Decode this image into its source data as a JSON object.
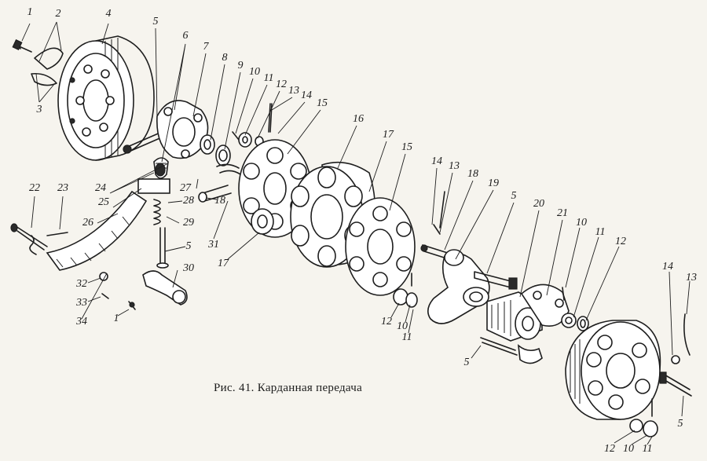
{
  "figure": {
    "caption": "Рис. 41. Карданная передача"
  },
  "callouts": [
    {
      "id": "c1a",
      "text": "1"
    },
    {
      "id": "c2",
      "text": "2"
    },
    {
      "id": "c3",
      "text": "3"
    },
    {
      "id": "c4",
      "text": "4"
    },
    {
      "id": "c5a",
      "text": "5"
    },
    {
      "id": "c6",
      "text": "6"
    },
    {
      "id": "c7",
      "text": "7"
    },
    {
      "id": "c8",
      "text": "8"
    },
    {
      "id": "c9",
      "text": "9"
    },
    {
      "id": "c10a",
      "text": "10"
    },
    {
      "id": "c11a",
      "text": "11"
    },
    {
      "id": "c12a",
      "text": "12"
    },
    {
      "id": "c13a",
      "text": "13"
    },
    {
      "id": "c14a",
      "text": "14"
    },
    {
      "id": "c15a",
      "text": "15"
    },
    {
      "id": "c16",
      "text": "16"
    },
    {
      "id": "c17a",
      "text": "17"
    },
    {
      "id": "c15b",
      "text": "15"
    },
    {
      "id": "c14b",
      "text": "14"
    },
    {
      "id": "c13b",
      "text": "13"
    },
    {
      "id": "c18a",
      "text": "18"
    },
    {
      "id": "c19",
      "text": "19"
    },
    {
      "id": "c5b",
      "text": "5"
    },
    {
      "id": "c20",
      "text": "20"
    },
    {
      "id": "c21",
      "text": "21"
    },
    {
      "id": "c10b",
      "text": "10"
    },
    {
      "id": "c11b",
      "text": "11"
    },
    {
      "id": "c12b",
      "text": "12"
    },
    {
      "id": "c24",
      "text": "24"
    },
    {
      "id": "c27",
      "text": "27"
    },
    {
      "id": "c25",
      "text": "25"
    },
    {
      "id": "c28",
      "text": "28"
    },
    {
      "id": "c18b",
      "text": "18"
    },
    {
      "id": "c22",
      "text": "22"
    },
    {
      "id": "c23",
      "text": "23"
    },
    {
      "id": "c26",
      "text": "26"
    },
    {
      "id": "c29",
      "text": "29"
    },
    {
      "id": "c5c",
      "text": "5"
    },
    {
      "id": "c31",
      "text": "31"
    },
    {
      "id": "c17b",
      "text": "17"
    },
    {
      "id": "c30",
      "text": "30"
    },
    {
      "id": "c32",
      "text": "32"
    },
    {
      "id": "c33",
      "text": "33"
    },
    {
      "id": "c34",
      "text": "34"
    },
    {
      "id": "c1b",
      "text": "1"
    },
    {
      "id": "c12c",
      "text": "12"
    },
    {
      "id": "c10c",
      "text": "10"
    },
    {
      "id": "c11c",
      "text": "11"
    },
    {
      "id": "c5d",
      "text": "5"
    },
    {
      "id": "c14c",
      "text": "14"
    },
    {
      "id": "c13c",
      "text": "13"
    },
    {
      "id": "c5e",
      "text": "5"
    },
    {
      "id": "c12d",
      "text": "12"
    },
    {
      "id": "c10d",
      "text": "10"
    },
    {
      "id": "c11d",
      "text": "11"
    }
  ]
}
